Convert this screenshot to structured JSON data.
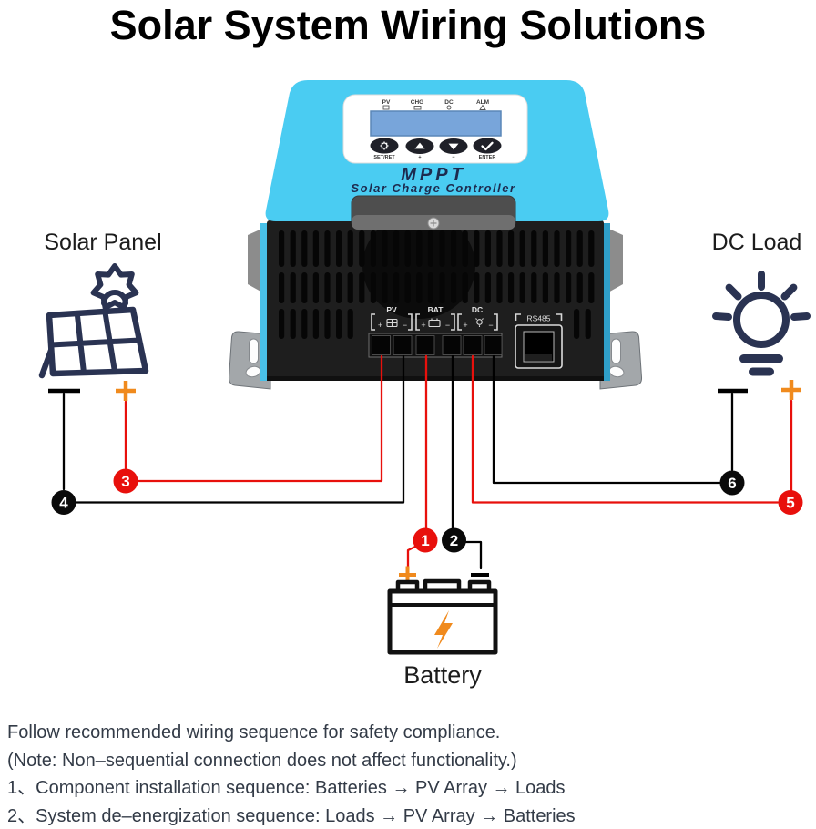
{
  "title": "Solar System Wiring Solutions",
  "controller": {
    "brand": "MPPT",
    "subtitle": "Solar Charge Controller",
    "indicators": {
      "pv": "PV",
      "chg": "CHG",
      "dc": "DC",
      "alm": "ALM"
    },
    "buttons": {
      "set": "SET/RET",
      "plus": "+",
      "minus": "−",
      "enter": "ENTER"
    },
    "terminals": {
      "pv": {
        "label": "PV",
        "plus": "+",
        "minus": "−"
      },
      "bat": {
        "label": "BAT",
        "plus": "+",
        "minus": "−"
      },
      "dc": {
        "label": "DC",
        "plus": "+",
        "minus": "−"
      }
    },
    "port": "RS485"
  },
  "components": {
    "solar_panel": {
      "label": "Solar Panel",
      "plus": "+",
      "minus": "−"
    },
    "dc_load": {
      "label": "DC Load",
      "plus": "+",
      "minus": "−"
    },
    "battery": {
      "label": "Battery",
      "plus": "+",
      "minus": "−"
    }
  },
  "steps": [
    "1",
    "2",
    "3",
    "4",
    "5",
    "6"
  ],
  "footer": {
    "line1": "Follow recommended wiring sequence  for safety compliance.",
    "line2": "(Note: Non–sequential connection does not affect functionality.)",
    "line3": "1、Component installation sequence: Batteries → PV Array → Loads",
    "line4": "2、System de–energization sequence: Loads → PV Array → Batteries"
  },
  "colors": {
    "device_blue": "#4accf2",
    "lcd_blue": "#78a5da",
    "wire_positive": "#e8100c",
    "wire_negative": "#000000",
    "accent_orange": "#f08a1d",
    "icon_navy": "#2a3352"
  }
}
